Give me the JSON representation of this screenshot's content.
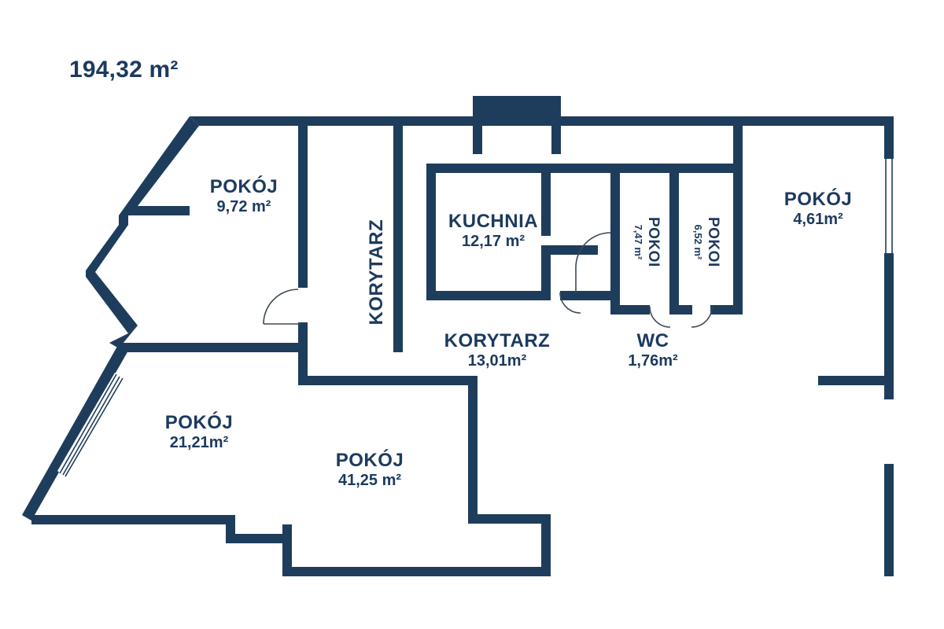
{
  "plan": {
    "total_area_label": "194,32 m²",
    "wall_color": "#1e3d5c",
    "text_color": "#1c3a5e",
    "background_color": "#ffffff"
  },
  "rooms": [
    {
      "id": "pokoj-972",
      "name": "POKÓJ",
      "area": "9,72 m²"
    },
    {
      "id": "korytarz-vert",
      "name": "KORYTARZ",
      "area": ""
    },
    {
      "id": "kuchnia",
      "name": "KUCHNIA",
      "area": "12,17 m²"
    },
    {
      "id": "pokoi-747",
      "name": "POKOI",
      "area": "7,47 m²"
    },
    {
      "id": "pokoi-652",
      "name": "POKOI",
      "area": "6,52 m²"
    },
    {
      "id": "pokoj-461",
      "name": "POKÓJ",
      "area": "4,61m²"
    },
    {
      "id": "korytarz-1301",
      "name": "KORYTARZ",
      "area": "13,01m²"
    },
    {
      "id": "wc",
      "name": "WC",
      "area": "1,76m²"
    },
    {
      "id": "pokoj-2121",
      "name": "POKÓJ",
      "area": "21,21m²"
    },
    {
      "id": "pokoj-4125",
      "name": "POKÓJ",
      "area": "41,25 m²"
    }
  ]
}
